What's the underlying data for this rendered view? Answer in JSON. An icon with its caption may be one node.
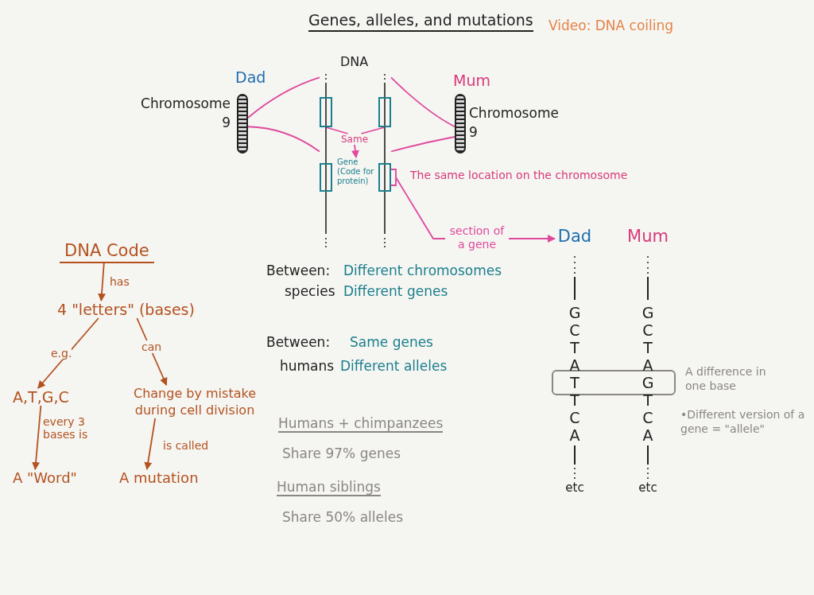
{
  "diagram": {
    "title": "Genes, alleles, and mutations",
    "nodes": [
      {
        "text": [
          "DNA Code"
        ]
      },
      {
        "text": [
          "4 \"letters\" (bases)"
        ]
      },
      {
        "text": [
          "A,T,G,C"
        ]
      },
      {
        "text": [
          "Change by mistake during cell division"
        ]
      },
      {
        "text": [
          "A \"Word\""
        ]
      },
      {
        "text": [
          "A mutation"
        ]
      },
      {
        "text": [],
        "shape": "bar",
        "beside": [
          "Dad",
          "Chromosome 9"
        ]
      },
      {
        "text": [],
        "shape": "bar",
        "beside": [
          "Mum",
          "Chromosome 9"
        ]
      },
      {
        "text": [
          "DNA"
        ]
      },
      {
        "text": [],
        "shape": "box",
        "in": 8
      },
      {
        "text": [],
        "shape": "box",
        "in": 8
      },
      {
        "text": [],
        "shape": "box",
        "in": 8
      },
      {
        "text": [],
        "shape": "box",
        "in": 8
      },
      {
        "text": [
          "Same"
        ],
        "in": 8
      },
      {
        "text": [
          "Gene (Code for protein)"
        ],
        "in": 8
      },
      {
        "text": [
          "Dad",
          "G",
          "C",
          "T",
          "A",
          "T",
          "T",
          "C",
          "A",
          "etc"
        ]
      },
      {
        "text": [
          "Mum",
          "G",
          "C",
          "T",
          "A",
          "G",
          "T",
          "C",
          "A",
          "etc"
        ]
      }
    ],
    "edges": [
      {
        "from": 0,
        "to": 1,
        "arrow": "to",
        "label": "has",
        "color": "#b4521f"
      },
      {
        "from": 1,
        "to": 2,
        "arrow": "to",
        "label": "e.g.",
        "color": "#b4521f"
      },
      {
        "from": 1,
        "to": 3,
        "arrow": "to",
        "label": "can",
        "color": "#b4521f"
      },
      {
        "from": 2,
        "to": 4,
        "arrow": "to",
        "label": "every 3 bases is",
        "color": "#b4521f"
      },
      {
        "from": 3,
        "to": 5,
        "arrow": "to",
        "label": "is called",
        "color": "#b4521f"
      },
      {
        "from": 6,
        "to": 8,
        "arrow": "none"
      },
      {
        "from": 6,
        "to": 8,
        "arrow": "none"
      },
      {
        "from": 7,
        "to": 8,
        "arrow": "none"
      },
      {
        "from": 7,
        "to": 8,
        "arrow": "none"
      },
      {
        "from": 9,
        "to": 13,
        "arrow": "none"
      },
      {
        "from": 10,
        "to": 13,
        "arrow": "none"
      },
      {
        "from": 13,
        "to": 14,
        "arrow": "to"
      },
      {
        "from": 12,
        "to": 15,
        "arrow": "to",
        "label": "section of a gene"
      }
    ],
    "labels": [
      "Video: DNA coiling",
      "The same location on the chromosome",
      "Between:",
      "Different chromosomes",
      "species",
      "Different genes",
      "Between:",
      "Same genes",
      "humans",
      "Different alleles",
      "Humans + chimpanzees",
      "Share 97% genes",
      "Human siblings",
      "Share 50% alleles",
      "A difference in one base",
      "•Different version of a gene = \"allele\""
    ]
  }
}
